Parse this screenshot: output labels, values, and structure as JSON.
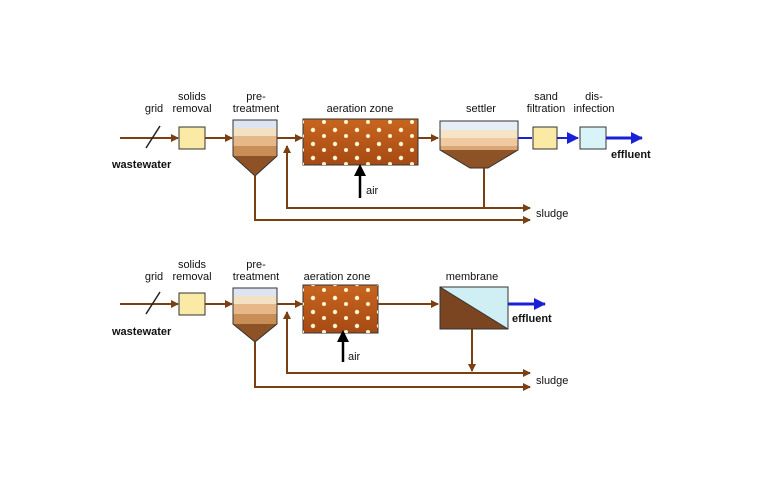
{
  "colors": {
    "pipe": "#7a3f12",
    "effluent_arrow": "#1a20d6",
    "air_arrow": "#000000",
    "solids_box": "#fbe9a6",
    "disinfection_box": "#d8f4f8",
    "aeration_dark": "#b6561a",
    "aeration_light": "#e7a05a",
    "sludge_layer": "#7a4520",
    "membrane_fill": "#7a4520",
    "membrane_clear": "#cfeff5"
  },
  "top": {
    "grid_label": "grid",
    "solids_label_1": "solids",
    "solids_label_2": "removal",
    "pretreat_label_1": "pre-",
    "pretreat_label_2": "treatment",
    "aeration_label": "aeration zone",
    "settler_label": "settler",
    "sand_label_1": "sand",
    "sand_label_2": "filtration",
    "disinfection_label_1": "dis-",
    "disinfection_label_2": "infection",
    "wastewater_label": "wastewater",
    "effluent_label": "effluent",
    "air_label": "air",
    "sludge_label": "sludge"
  },
  "bottom": {
    "grid_label": "grid",
    "solids_label_1": "solids",
    "solids_label_2": "removal",
    "pretreat_label_1": "pre-",
    "pretreat_label_2": "treatment",
    "aeration_label": "aeration zone",
    "membrane_label": "membrane",
    "wastewater_label": "wastewater",
    "effluent_label": "effluent",
    "air_label": "air",
    "sludge_label": "sludge"
  }
}
